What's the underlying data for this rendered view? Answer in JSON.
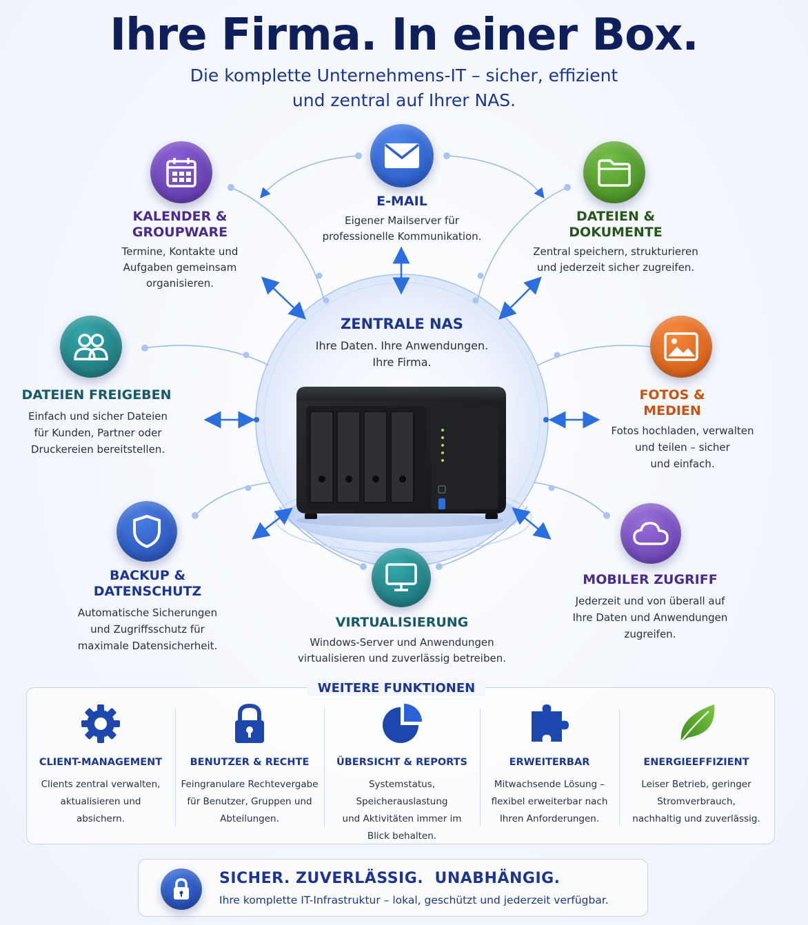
{
  "header": {
    "title": "Ihre Firma. In einer Box.",
    "subtitle_line1": "Die komplette Unternehmens-IT – sicher, effizient",
    "subtitle_line2": "und zentral auf Ihrer NAS."
  },
  "center": {
    "title": "ZENTRALE NAS",
    "line1": "Ihre Daten. Ihre Anwendungen.",
    "line2": "Ihre Firma."
  },
  "features": {
    "email": {
      "title": "E-MAIL",
      "desc": [
        "Eigener Mailserver für",
        "professionelle Kommunikation."
      ],
      "color": "#2c5fd0",
      "icon": "mail-icon"
    },
    "kalender": {
      "title1": "KALENDER &",
      "title2": "GROUPWARE",
      "desc": [
        "Termine, Kontakte und",
        "Aufgaben gemeinsam",
        "organisieren."
      ],
      "color": "#6a3fb5",
      "icon": "calendar-icon"
    },
    "dateien": {
      "title1": "DATEIEN &",
      "title2": "DOKUMENTE",
      "desc": [
        "Zentral speichern, strukturieren",
        "und jederzeit sicher zugreifen."
      ],
      "color": "#4f9a2a",
      "icon": "folder-icon"
    },
    "freigeben": {
      "title": "DATEIEN FREIGEBEN",
      "desc": [
        "Einfach und sicher Dateien",
        "für Kunden, Partner oder",
        "Druckereien bereitstellen."
      ],
      "color": "#1f8a8e",
      "icon": "users-icon"
    },
    "fotos": {
      "title1": "FOTOS &",
      "title2": "MEDIEN",
      "desc": [
        "Fotos hochladen, verwalten",
        "und teilen – sicher",
        "und einfach."
      ],
      "color": "#e66a1c",
      "icon": "image-icon"
    },
    "backup": {
      "title1": "BACKUP &",
      "title2": "DATENSCHUTZ",
      "desc": [
        "Automatische Sicherungen",
        "und Zugriffsschutz für",
        "maximale Datensicherheit."
      ],
      "color": "#2c5fc8",
      "icon": "shield-icon"
    },
    "virtualisierung": {
      "title": "VIRTUALISIERUNG",
      "desc": [
        "Windows-Server und Anwendungen",
        "virtualisieren und zuverlässig betreiben."
      ],
      "color": "#1f8a8e",
      "icon": "monitor-icon"
    },
    "mobil": {
      "title": "MOBILER ZUGRIFF",
      "desc": [
        "Jederzeit und von überall auf",
        "Ihre Daten und Anwendungen",
        "zugreifen."
      ],
      "color": "#7a4dc0",
      "icon": "cloud-icon"
    }
  },
  "weitere": {
    "title": "WEITERE FUNKTIONEN",
    "items": [
      {
        "title": "CLIENT-MANAGEMENT",
        "desc": [
          "Clients zentral verwalten,",
          "aktualisieren und",
          "absichern."
        ],
        "icon": "gear-icon"
      },
      {
        "title": "BENUTZER & RECHTE",
        "desc": [
          "Feingranulare Rechtevergabe",
          "für Benutzer, Gruppen und",
          "Abteilungen."
        ],
        "icon": "lock-icon"
      },
      {
        "title": "ÜBERSICHT & REPORTS",
        "desc": [
          "Systemstatus, Speicherauslastung",
          "und Aktivitäten immer im",
          "Blick behalten."
        ],
        "icon": "pie-chart-icon"
      },
      {
        "title": "ERWEITERBAR",
        "desc": [
          "Mitwachsende Lösung –",
          "flexibel erweiterbar nach",
          "Ihren Anforderungen."
        ],
        "icon": "puzzle-icon"
      },
      {
        "title": "ENERGIEEFFIZIENT",
        "desc": [
          "Leiser Betrieb, geringer",
          "Stromverbrauch,",
          "nachhaltig und zuverlässig."
        ],
        "icon": "leaf-icon"
      }
    ]
  },
  "footer": {
    "title": "SICHER. ZUVERLÄSSIG.  UNABHÄNGIG.",
    "desc": "Ihre komplette IT-Infrastruktur – lokal, geschützt und jederzeit verfügbar.",
    "icon": "lock-icon"
  }
}
